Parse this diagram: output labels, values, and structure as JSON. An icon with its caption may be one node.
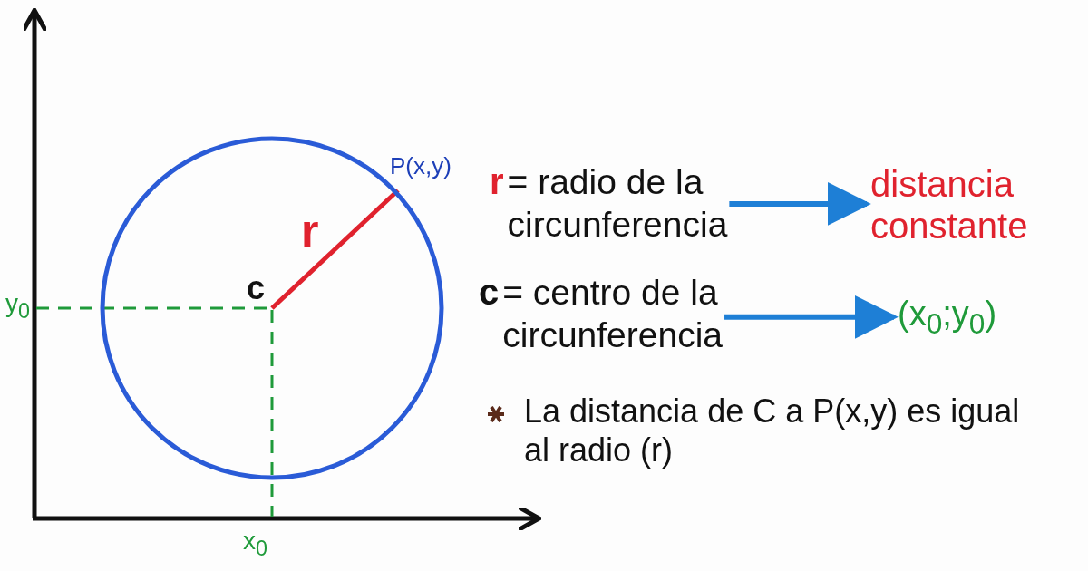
{
  "diagram": {
    "nodes": [
      {
        "text": [],
        "shape": "circle"
      },
      {
        "text": [
          "r",
          "= radio de la circunferencia"
        ]
      },
      {
        "text": [
          "distancia constante"
        ]
      },
      {
        "text": [
          "c",
          "= centro de la circunferencia"
        ]
      },
      {
        "text": [
          "(x$_{0}$;y$_{0}$)"
        ]
      }
    ],
    "edges": [
      {
        "from": 1,
        "to": 2,
        "arrow": "to"
      },
      {
        "from": 3,
        "to": 4,
        "arrow": "to"
      }
    ],
    "labels": [
      "P(x,y)",
      "r",
      "c",
      "y$_{0}$",
      "x$_{0}$",
      "La distancia de C a P(x,y) es igual al radio (r)"
    ]
  }
}
